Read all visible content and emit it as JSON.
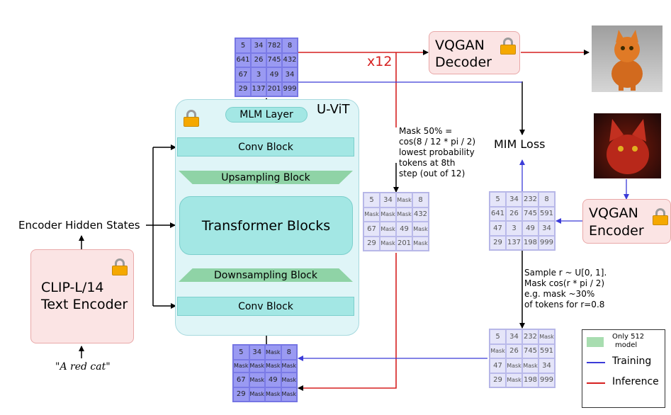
{
  "uvit": {
    "label": "U-ViT",
    "mlm_layer": "MLM Layer",
    "conv_block_top": "Conv Block",
    "upsampling_block": "Upsampling Block",
    "transformer_blocks": "Transformer Blocks",
    "downsampling_block": "Downsampling Block",
    "conv_block_bottom": "Conv Block"
  },
  "encoder_hidden_states": "Encoder Hidden States",
  "clip": {
    "line1": "CLIP-L/14",
    "line2": "Text Encoder"
  },
  "prompt": "\"A red cat\"",
  "vqgan_decoder": {
    "line1": "VQGAN",
    "line2": "Decoder"
  },
  "vqgan_encoder": {
    "line1": "VQGAN",
    "line2": "Encoder"
  },
  "x12": "x12",
  "mim_loss": "MIM Loss",
  "mask_note": [
    "Mask 50% =",
    "cos(8 / 12 * pi / 2)",
    "lowest probability",
    "tokens at 8th",
    "step (out of 12)"
  ],
  "sample_note": [
    "Sample r ~ U[0, 1].",
    "Mask cos(r * pi / 2)",
    "e.g. mask ~30%",
    "of tokens for r=0.8"
  ],
  "grids": {
    "output": [
      "5",
      "34",
      "782",
      "8",
      "641",
      "26",
      "745",
      "432",
      "67",
      "3",
      "49",
      "34",
      "29",
      "137",
      "201",
      "999"
    ],
    "masked_mid": [
      "5",
      "34",
      "Mask",
      "8",
      "Mask",
      "Mask",
      "Mask",
      "432",
      "67",
      "Mask",
      "49",
      "Mask",
      "29",
      "Mask",
      "201",
      "Mask"
    ],
    "encoded": [
      "5",
      "34",
      "232",
      "8",
      "641",
      "26",
      "745",
      "591",
      "47",
      "3",
      "49",
      "34",
      "29",
      "137",
      "198",
      "999"
    ],
    "masked_train": [
      "5",
      "34",
      "232",
      "Mask",
      "Mask",
      "26",
      "745",
      "591",
      "47",
      "Mask",
      "Mask",
      "34",
      "29",
      "Mask",
      "198",
      "999"
    ],
    "input": [
      "5",
      "34",
      "Mask",
      "8",
      "Mask",
      "Mask",
      "Mask",
      "Mask",
      "67",
      "Mask",
      "49",
      "Mask",
      "29",
      "Mask",
      "Mask",
      "Mask"
    ]
  },
  "legend": {
    "only512": "Only 512",
    "model": "model",
    "training": "Training",
    "inference": "Inference"
  },
  "colors": {
    "training": "#3b3bd8",
    "inference": "#d62020",
    "only512": "#a8ddb0"
  }
}
